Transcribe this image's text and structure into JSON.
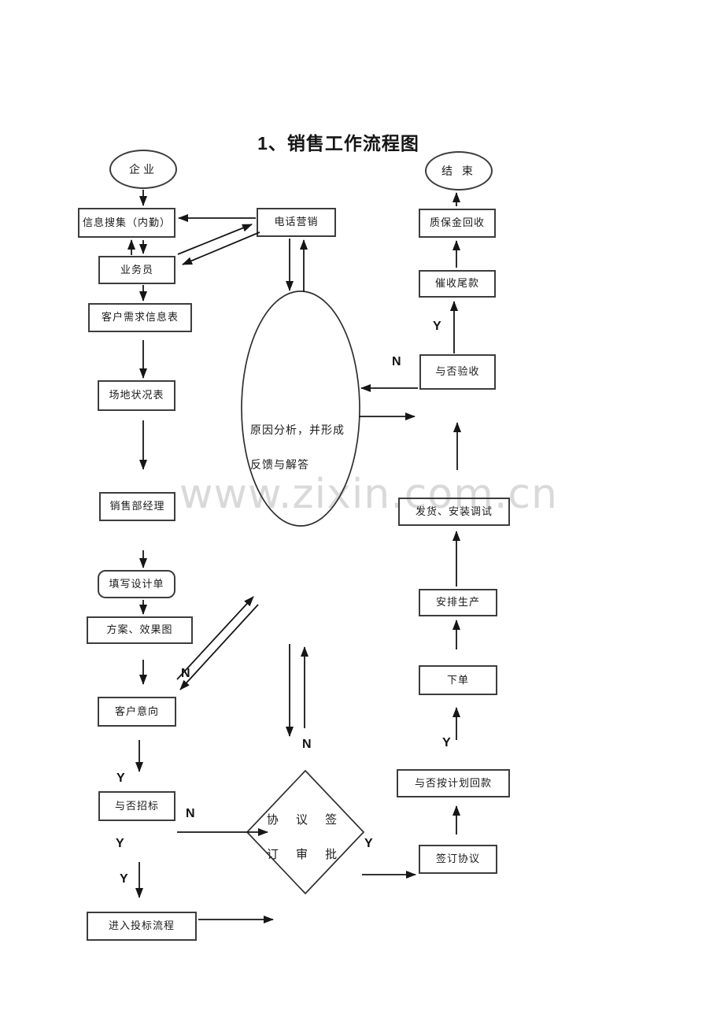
{
  "page": {
    "title": "1、销售工作流程图",
    "watermark": "www.zixin.com.cn"
  },
  "nodes": {
    "qiye": {
      "label": "企业"
    },
    "xinxi_souji": {
      "label": "信息搜集（内勤）"
    },
    "dianhua_yingxiao": {
      "label": "电话营销"
    },
    "yewuyuan": {
      "label": "业务员"
    },
    "kehu_xuqiu": {
      "label": "客户需求信息表"
    },
    "changdi_zhuangkuang": {
      "label": "场地状况表"
    },
    "xiaoshou_jingli": {
      "label": "销售部经理"
    },
    "tianxie_shejidan": {
      "label": "填写设计单"
    },
    "fangan_xiaoguotu": {
      "label": "方案、效果图"
    },
    "kehu_yixiang": {
      "label": "客户意向"
    },
    "yufou_zhaobiao": {
      "label": "与否招标"
    },
    "jinru_toubiao": {
      "label": "进入投标流程"
    },
    "xieyi_shenpi": {
      "line1": "协 议 签",
      "line2": "订 审 批"
    },
    "yuanyin_fenxi": {
      "line1": "原因分析，并形成",
      "line2": "反馈与解答"
    },
    "jieshu": {
      "label": "结 束"
    },
    "zhibaojin_huishou": {
      "label": "质保金回收"
    },
    "cuishou_weikuan": {
      "label": "催收尾款"
    },
    "yufou_yanshou": {
      "label": "与否验收"
    },
    "fahuo_anzhuang": {
      "label": "发货、安装调试"
    },
    "anpai_shengchan": {
      "label": "安排生产"
    },
    "xiadan": {
      "label": "下单"
    },
    "yufou_huikuan": {
      "label": "与否按计划回款"
    },
    "qianding_xieyi": {
      "label": "签订协议"
    }
  },
  "branch_labels": {
    "yanshou_y": "Y",
    "yanshou_n": "N",
    "yixiang_y": "Y",
    "zhaobiao_n": "N",
    "zhaobiao_y1": "Y",
    "zhaobiao_y2": "Y",
    "design_n": "N",
    "xieyi_n": "N",
    "xieyi_y": "Y",
    "huikuan_y": "Y"
  }
}
